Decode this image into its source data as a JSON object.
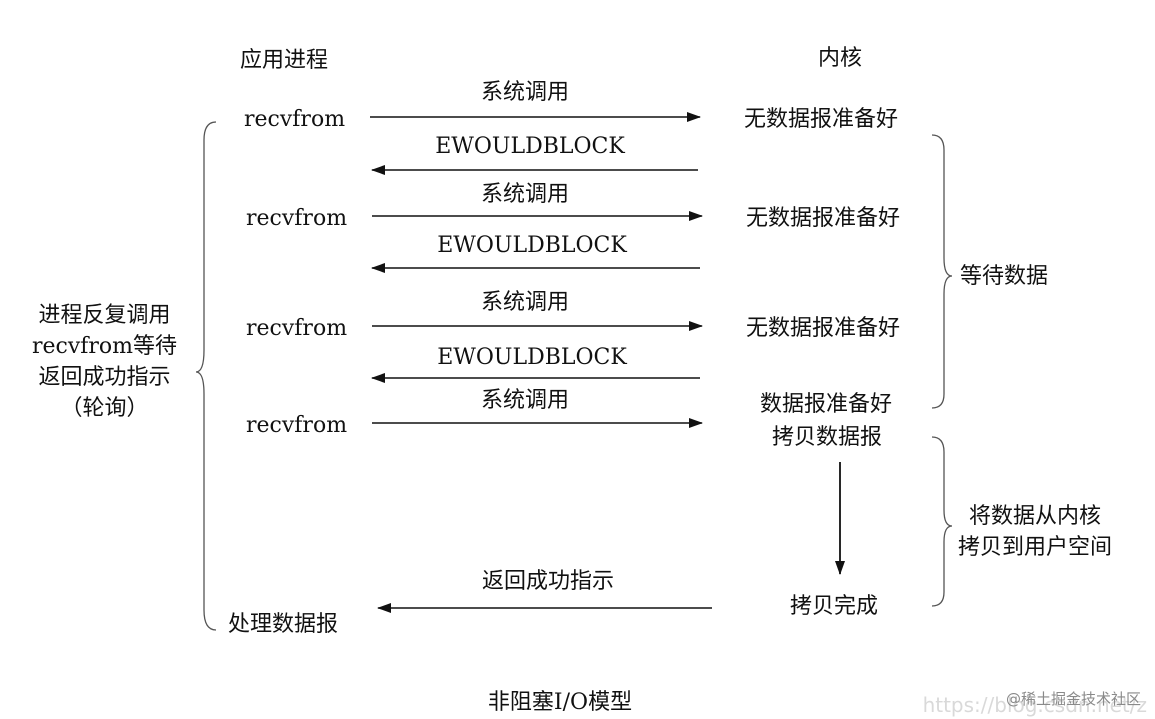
{
  "headers": {
    "app_process": "应用进程",
    "kernel": "内核"
  },
  "rows": [
    {
      "call": "recvfrom",
      "request": "系统调用",
      "kernel_state": "无数据报准备好",
      "reply": "EWOULDBLOCK"
    },
    {
      "call": "recvfrom",
      "request": "系统调用",
      "kernel_state": "无数据报准备好",
      "reply": "EWOULDBLOCK"
    },
    {
      "call": "recvfrom",
      "request": "系统调用",
      "kernel_state": "无数据报准备好",
      "reply": "EWOULDBLOCK"
    },
    {
      "call": "recvfrom",
      "request": "系统调用",
      "kernel_state": "数据报准备好"
    }
  ],
  "copy": {
    "start": "拷贝数据报",
    "done": "拷贝完成"
  },
  "return_label": "返回成功指示",
  "process_data": "处理数据报",
  "left_note": [
    "进程反复调用",
    "recvfrom等待",
    "返回成功指示",
    "（轮询）"
  ],
  "wait_note": "等待数据",
  "copy_note": [
    "将数据从内核",
    "拷贝到用户空间"
  ],
  "caption": "非阻塞I/O模型",
  "watermark_url": "https://blog.csdn.net/z",
  "watermark_site": "@稀土掘金技术社区",
  "colors": {
    "ink": "#111111",
    "watermark": "#aaaaaa"
  }
}
